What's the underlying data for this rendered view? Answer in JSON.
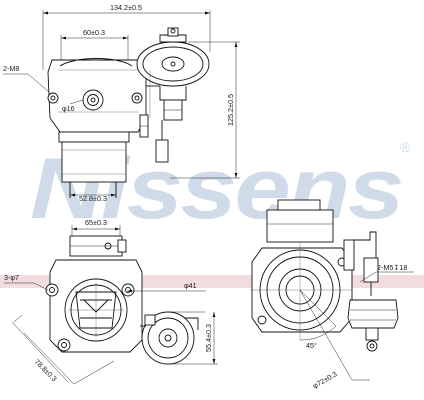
{
  "watermark": {
    "brand": "Nissens",
    "registered": "®",
    "color": "#cfdbe8"
  },
  "band_color": "#f3dce0",
  "top_view": {
    "dim_overall_width": "134.2±0.5",
    "dim_flange_width": "60±0.3",
    "dim_height": "125.2±0.5",
    "dim_outlet": "52.8±0.3",
    "label_thread": "2-M8",
    "label_bore": "φ16"
  },
  "front_view": {
    "dim_top_width": "65±0.3",
    "label_holes": "3-φ7",
    "dim_bore": "φ41",
    "dim_diag": "78.8±0.3",
    "dim_side": "55.4±0.3"
  },
  "side_view": {
    "label_thread": "2-M5↧18",
    "dim_angle": "45°",
    "dim_pcd": "φ72±0.3"
  }
}
